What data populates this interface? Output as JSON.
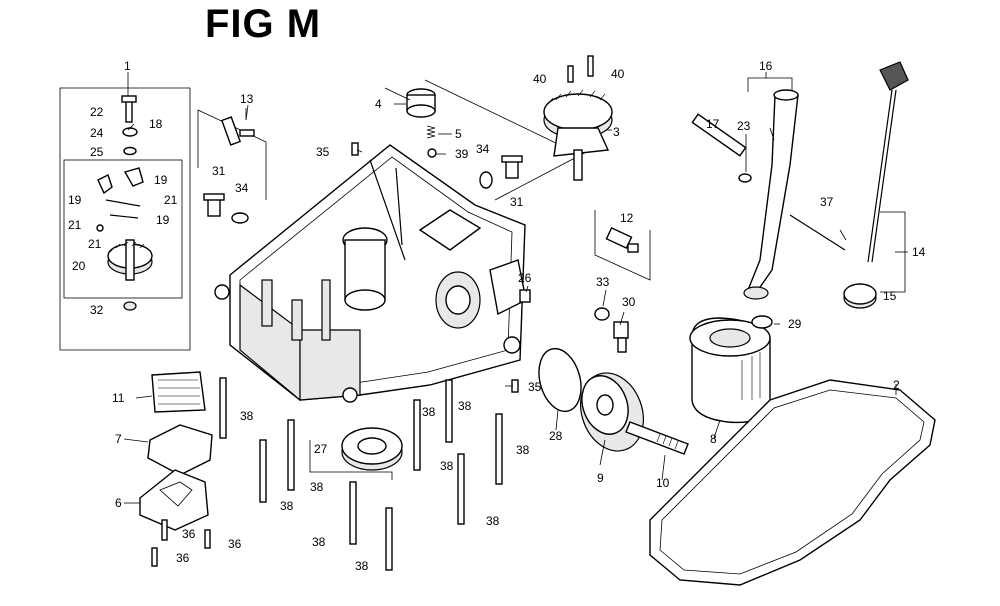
{
  "title": "FIG M",
  "callouts": {
    "c1": "1",
    "c2": "2",
    "c3": "3",
    "c4": "4",
    "c5": "5",
    "c6": "6",
    "c7": "7",
    "c8": "8",
    "c9": "9",
    "c10": "10",
    "c11": "11",
    "c12": "12",
    "c13": "13",
    "c14": "14",
    "c15": "15",
    "c16": "16",
    "c17": "17",
    "c18": "18",
    "c19a": "19",
    "c19b": "19",
    "c19c": "19",
    "c20": "20",
    "c21a": "21",
    "c21b": "21",
    "c21c": "21",
    "c22": "22",
    "c23": "23",
    "c24": "24",
    "c25": "25",
    "c26": "26",
    "c27": "27",
    "c28": "28",
    "c29": "29",
    "c30": "30",
    "c31a": "31",
    "c31b": "31",
    "c32": "32",
    "c33": "33",
    "c34a": "34",
    "c34b": "34",
    "c35a": "35",
    "c35b": "35",
    "c36a": "36",
    "c36b": "36",
    "c36c": "36",
    "c37": "37",
    "c38a": "38",
    "c38b": "38",
    "c38c": "38",
    "c38d": "38",
    "c38e": "38",
    "c38f": "38",
    "c38g": "38",
    "c38h": "38",
    "c38i": "38",
    "c38j": "38",
    "c39": "39",
    "c40a": "40",
    "c40b": "40"
  }
}
